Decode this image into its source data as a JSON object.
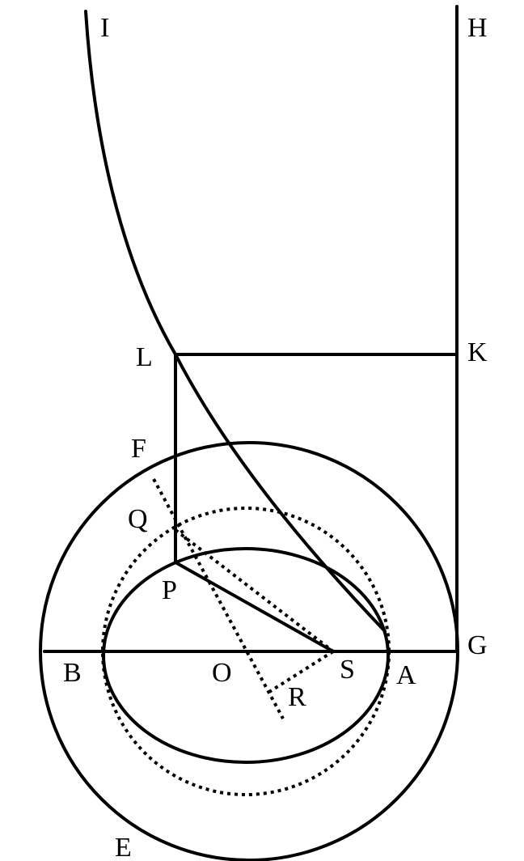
{
  "labels": {
    "I": "I",
    "H": "H",
    "L": "L",
    "K": "K",
    "F": "F",
    "Q": "Q",
    "P": "P",
    "G": "G",
    "B": "B",
    "O": "O",
    "S": "S",
    "A": "A",
    "R": "R",
    "E": "E"
  },
  "colors": {
    "stroke": "#000000",
    "background": "#ffffff"
  }
}
